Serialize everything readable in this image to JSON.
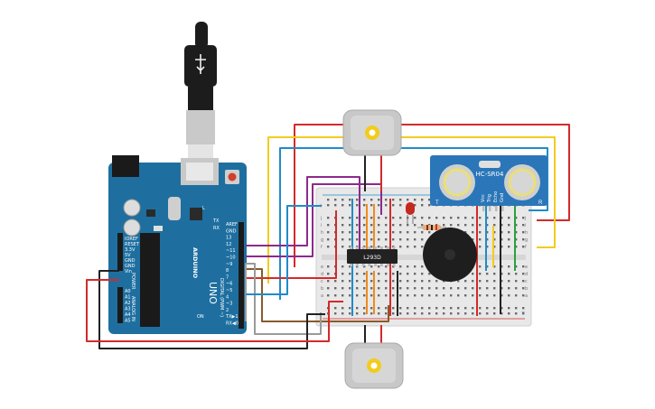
{
  "arduino": {
    "uno_label": "UNO",
    "brand_label": "ARDUINO",
    "header_top_labels": [
      "AREF",
      "GND",
      "13",
      "12",
      "~11",
      "~10",
      "~9",
      "8",
      "7",
      "~6",
      "~5",
      "4",
      "~3",
      "2",
      "TX▶1",
      "RX◀0"
    ],
    "digital_label": "DIGITAL (PWM ~)",
    "power_labels": [
      "IOREF",
      "RESET",
      "3.3V",
      "5V",
      "GND",
      "GND",
      "Vin"
    ],
    "analog_labels": [
      "A0",
      "A1",
      "A2",
      "A3",
      "A4",
      "A5"
    ],
    "power_title": "POWER",
    "analog_title": "ANALOG IN",
    "tx_rx_labels": [
      "TX",
      "RX"
    ],
    "on_label": "ON",
    "l_label": "L"
  },
  "sensor": {
    "model_label": "HC-SR04",
    "pin_labels": [
      "Vcc",
      "Trig",
      "Echo",
      "Gnd"
    ],
    "t_label": "T",
    "r_label": "R"
  },
  "driver": {
    "chip_label": "L293D"
  },
  "breadboard": {
    "row_letters_top": [
      "j",
      "i",
      "h",
      "g",
      "f"
    ],
    "row_letters_bottom": [
      "e",
      "d",
      "c",
      "b",
      "a"
    ],
    "rail_plus": "+",
    "rail_minus": "−"
  },
  "colors": {
    "wire_red": "#d42a2a",
    "wire_yellow": "#f2cc1c",
    "wire_blue": "#1f8cc8",
    "wire_purple": "#8c2a8c",
    "wire_brown": "#8a5a2a",
    "wire_black": "#222222",
    "wire_gray": "#9a9a9a",
    "wire_orange": "#f08a1c",
    "board_blue": "#1e6fa0",
    "sensor_blue": "#2a76b8",
    "breadboard": "#e8e8e8"
  }
}
